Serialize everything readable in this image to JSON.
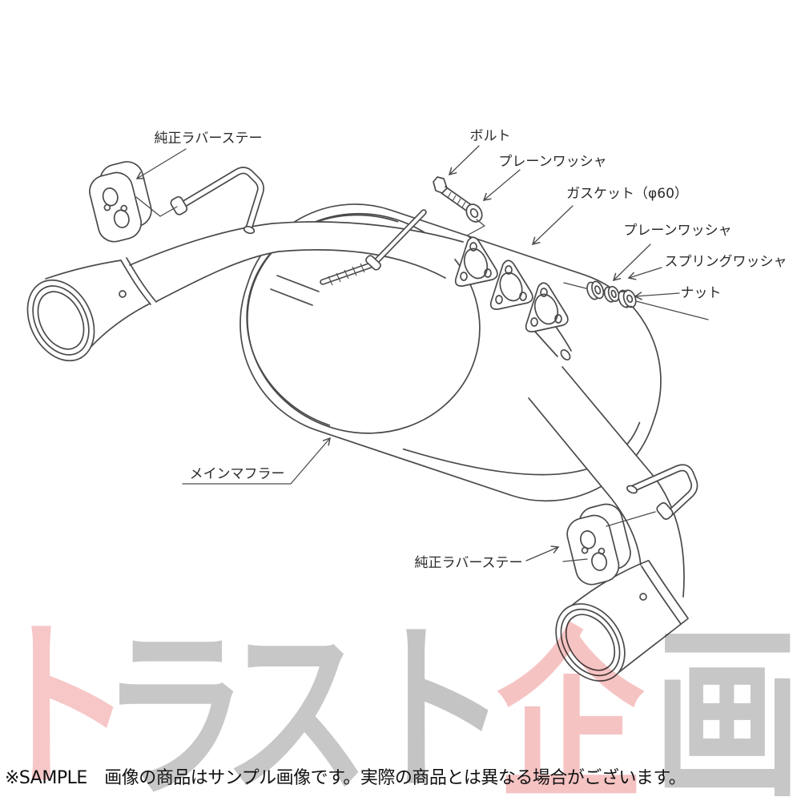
{
  "labels": {
    "rubber_stay_front": "純正ラバーステー",
    "bolt": "ボルト",
    "plain_washer_upper": "プレーンワッシャ",
    "gasket": "ガスケット（φ60）",
    "plain_washer_right": "プレーンワッシャ",
    "spring_washer": "スプリングワッシャ",
    "nut": "ナット",
    "main_muffler": "メインマフラー",
    "rubber_stay_rear": "純正ラバーステー"
  },
  "watermark": {
    "text": "トラスト企画",
    "chars": [
      {
        "char": "ト",
        "color": "#f7c7c7"
      },
      {
        "char": "ラ",
        "color": "#c7c7c7"
      },
      {
        "char": "ス",
        "color": "#c7c7c7"
      },
      {
        "char": "ト",
        "color": "#c4c4c4"
      },
      {
        "char": "企",
        "color": "#f6c3c3"
      },
      {
        "char": "画",
        "color": "#c7c7c7"
      }
    ]
  },
  "footer": {
    "disclaimer": "※SAMPLE　画像の商品はサンプル画像です。実際の商品とは異なる場合がございます。"
  },
  "colors": {
    "line": "#4a4a4a",
    "label_text": "#2a2a2a",
    "background": "#ffffff"
  }
}
